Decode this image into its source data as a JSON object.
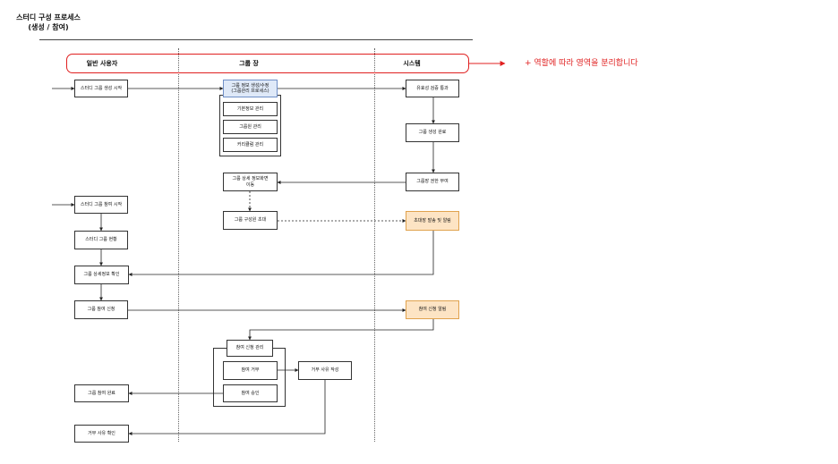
{
  "title": {
    "line1": "스터디 구성 프로세스",
    "line2": "(생성 / 참여)"
  },
  "lanes": {
    "user": "일반 사용자",
    "leader": "그룹 장",
    "system": "시스템"
  },
  "note": "+ 역할에 따라 영역을 분리합니다",
  "boxes": {
    "study_create_start": "스터디 그룹 생성 시작",
    "group_info_process": "그룹 정보 생성/수정\n(그룹관리 프로세스)",
    "basic_info": "기본정보 관리",
    "member_manage": "그룹원 관리",
    "curriculum": "커리큘럼 관리",
    "validation": "유효성 검증 통과",
    "group_created": "그룹 생성 완료",
    "leader_grant": "그룹장 권한 부여",
    "detail_move": "그룹 상세 정보화면\n이동",
    "invite_member": "그룹 구성원 초대",
    "invite_notify": "초대장 발송 및 알림",
    "join_start": "스터디 그룹 참여 시작",
    "study_status": "스터디 그룹 현황",
    "detail_check": "그룹 상세정보 확인",
    "join_apply": "그룹 참여 신청",
    "apply_notify": "참여 신청 알림",
    "apply_manage": "참여 신청 관리",
    "reject": "참여 거부",
    "reject_reason": "거부 사유 작성",
    "approve": "참여 승인",
    "join_complete": "그룹 참여 완료",
    "reason_check": "거부 사유 확인"
  }
}
